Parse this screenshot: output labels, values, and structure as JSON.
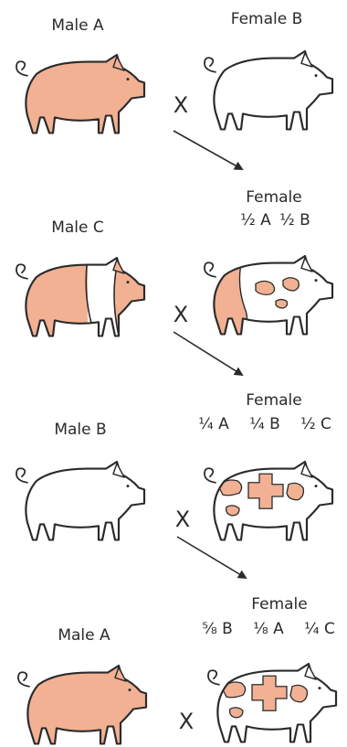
{
  "colors": {
    "pig_fill": "#f2b193",
    "outline": "#2b2b2b",
    "white": "#ffffff"
  },
  "cross_symbol": "X",
  "generations": [
    {
      "male": {
        "label": "Male A",
        "pattern": "solid"
      },
      "female": {
        "label": "Female B",
        "pattern": "white"
      },
      "offspring": {
        "label": "Female",
        "fractions": [
          "½ A",
          "½ B"
        ]
      }
    },
    {
      "male": {
        "label": "Male C",
        "pattern": "belted"
      },
      "female": {
        "label": "",
        "pattern": "half-spotted"
      },
      "offspring": {
        "label": "Female",
        "fractions": [
          "¼ A",
          "¼ B",
          "½ C"
        ]
      }
    },
    {
      "male": {
        "label": "Male B",
        "pattern": "white"
      },
      "female": {
        "label": "",
        "pattern": "spotted"
      },
      "offspring": {
        "label": "Female",
        "fractions": [
          "⅝ B",
          "⅛ A",
          "¼ C"
        ]
      }
    },
    {
      "male": {
        "label": "Male A",
        "pattern": "solid"
      },
      "female": {
        "label": "",
        "pattern": "spotted"
      },
      "offspring": null
    }
  ]
}
